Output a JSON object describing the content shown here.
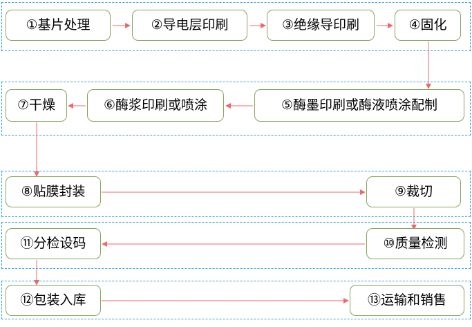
{
  "diagram": {
    "title": "",
    "type": "process-flowchart",
    "colors": {
      "node_border": "#83a65c",
      "node_fill": "#ffffff",
      "group_border": "#2a9ddf",
      "arrow": "#f1676b",
      "text": "#000000"
    },
    "groups": [
      {
        "id": "group-1"
      },
      {
        "id": "group-2"
      },
      {
        "id": "group-3"
      },
      {
        "id": "group-4"
      },
      {
        "id": "group-5"
      }
    ],
    "nodes": [
      {
        "id": "n1",
        "label": "①基片处理"
      },
      {
        "id": "n2",
        "label": "②导电层印刷"
      },
      {
        "id": "n3",
        "label": "③绝缘导印刷"
      },
      {
        "id": "n4",
        "label": "④固化"
      },
      {
        "id": "n5",
        "label": "⑤酶墨印刷或酶液喷涂配制"
      },
      {
        "id": "n6",
        "label": "⑥酶浆印刷或喷涂"
      },
      {
        "id": "n7",
        "label": "⑦干燥"
      },
      {
        "id": "n8",
        "label": "⑧贴膜封装"
      },
      {
        "id": "n9",
        "label": "⑨裁切"
      },
      {
        "id": "n10",
        "label": "⑩质量检测"
      },
      {
        "id": "n11",
        "label": "⑪分检设码"
      },
      {
        "id": "n12",
        "label": "⑫包装入库"
      },
      {
        "id": "n13",
        "label": "⑬运输和销售"
      }
    ],
    "edges": [
      {
        "from": "n1",
        "to": "n2",
        "direction": "right"
      },
      {
        "from": "n2",
        "to": "n3",
        "direction": "right"
      },
      {
        "from": "n3",
        "to": "n4",
        "direction": "right"
      },
      {
        "from": "n4",
        "to": "n5",
        "direction": "down"
      },
      {
        "from": "n5",
        "to": "n6",
        "direction": "left"
      },
      {
        "from": "n6",
        "to": "n7",
        "direction": "left"
      },
      {
        "from": "n7",
        "to": "n8",
        "direction": "down"
      },
      {
        "from": "n8",
        "to": "n9",
        "direction": "right"
      },
      {
        "from": "n9",
        "to": "n10",
        "direction": "down"
      },
      {
        "from": "n10",
        "to": "n11",
        "direction": "left"
      },
      {
        "from": "n11",
        "to": "n12",
        "direction": "down"
      },
      {
        "from": "n12",
        "to": "n13",
        "direction": "right"
      }
    ]
  }
}
